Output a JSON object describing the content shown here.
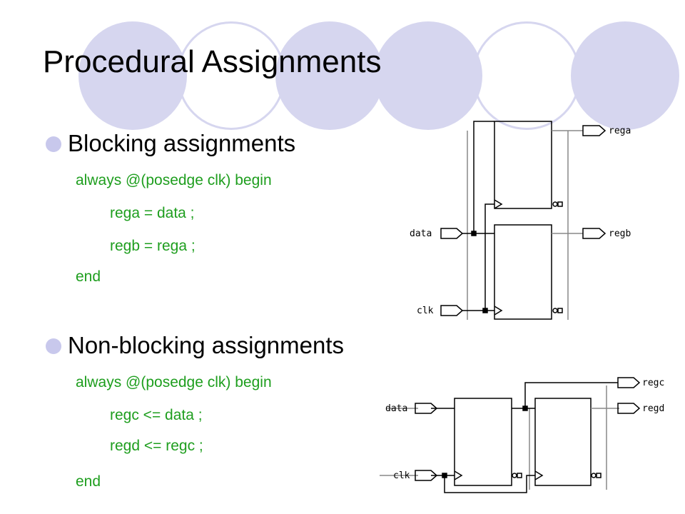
{
  "slide": {
    "title": "Procedural Assignments"
  },
  "blocking": {
    "heading": "Blocking assignments",
    "code": [
      "always @(posedge clk) begin",
      "rega = data ;",
      "regb = rega ;",
      "end"
    ]
  },
  "nonblocking": {
    "heading": "Non-blocking assignments",
    "code": [
      "always @(posedge clk) begin",
      "regc <= data ;",
      "regd <= regc ;",
      "end"
    ]
  },
  "diagram_top": {
    "inputs": [
      "data",
      "clk"
    ],
    "outputs": [
      "rega",
      "regb"
    ]
  },
  "diagram_bottom": {
    "inputs": [
      "data",
      "clk"
    ],
    "outputs": [
      "regc",
      "regd"
    ]
  },
  "colors": {
    "decor_circle": "#d6d6ef",
    "bullet": "#c8c8ec",
    "code": "#1e9e1e"
  }
}
